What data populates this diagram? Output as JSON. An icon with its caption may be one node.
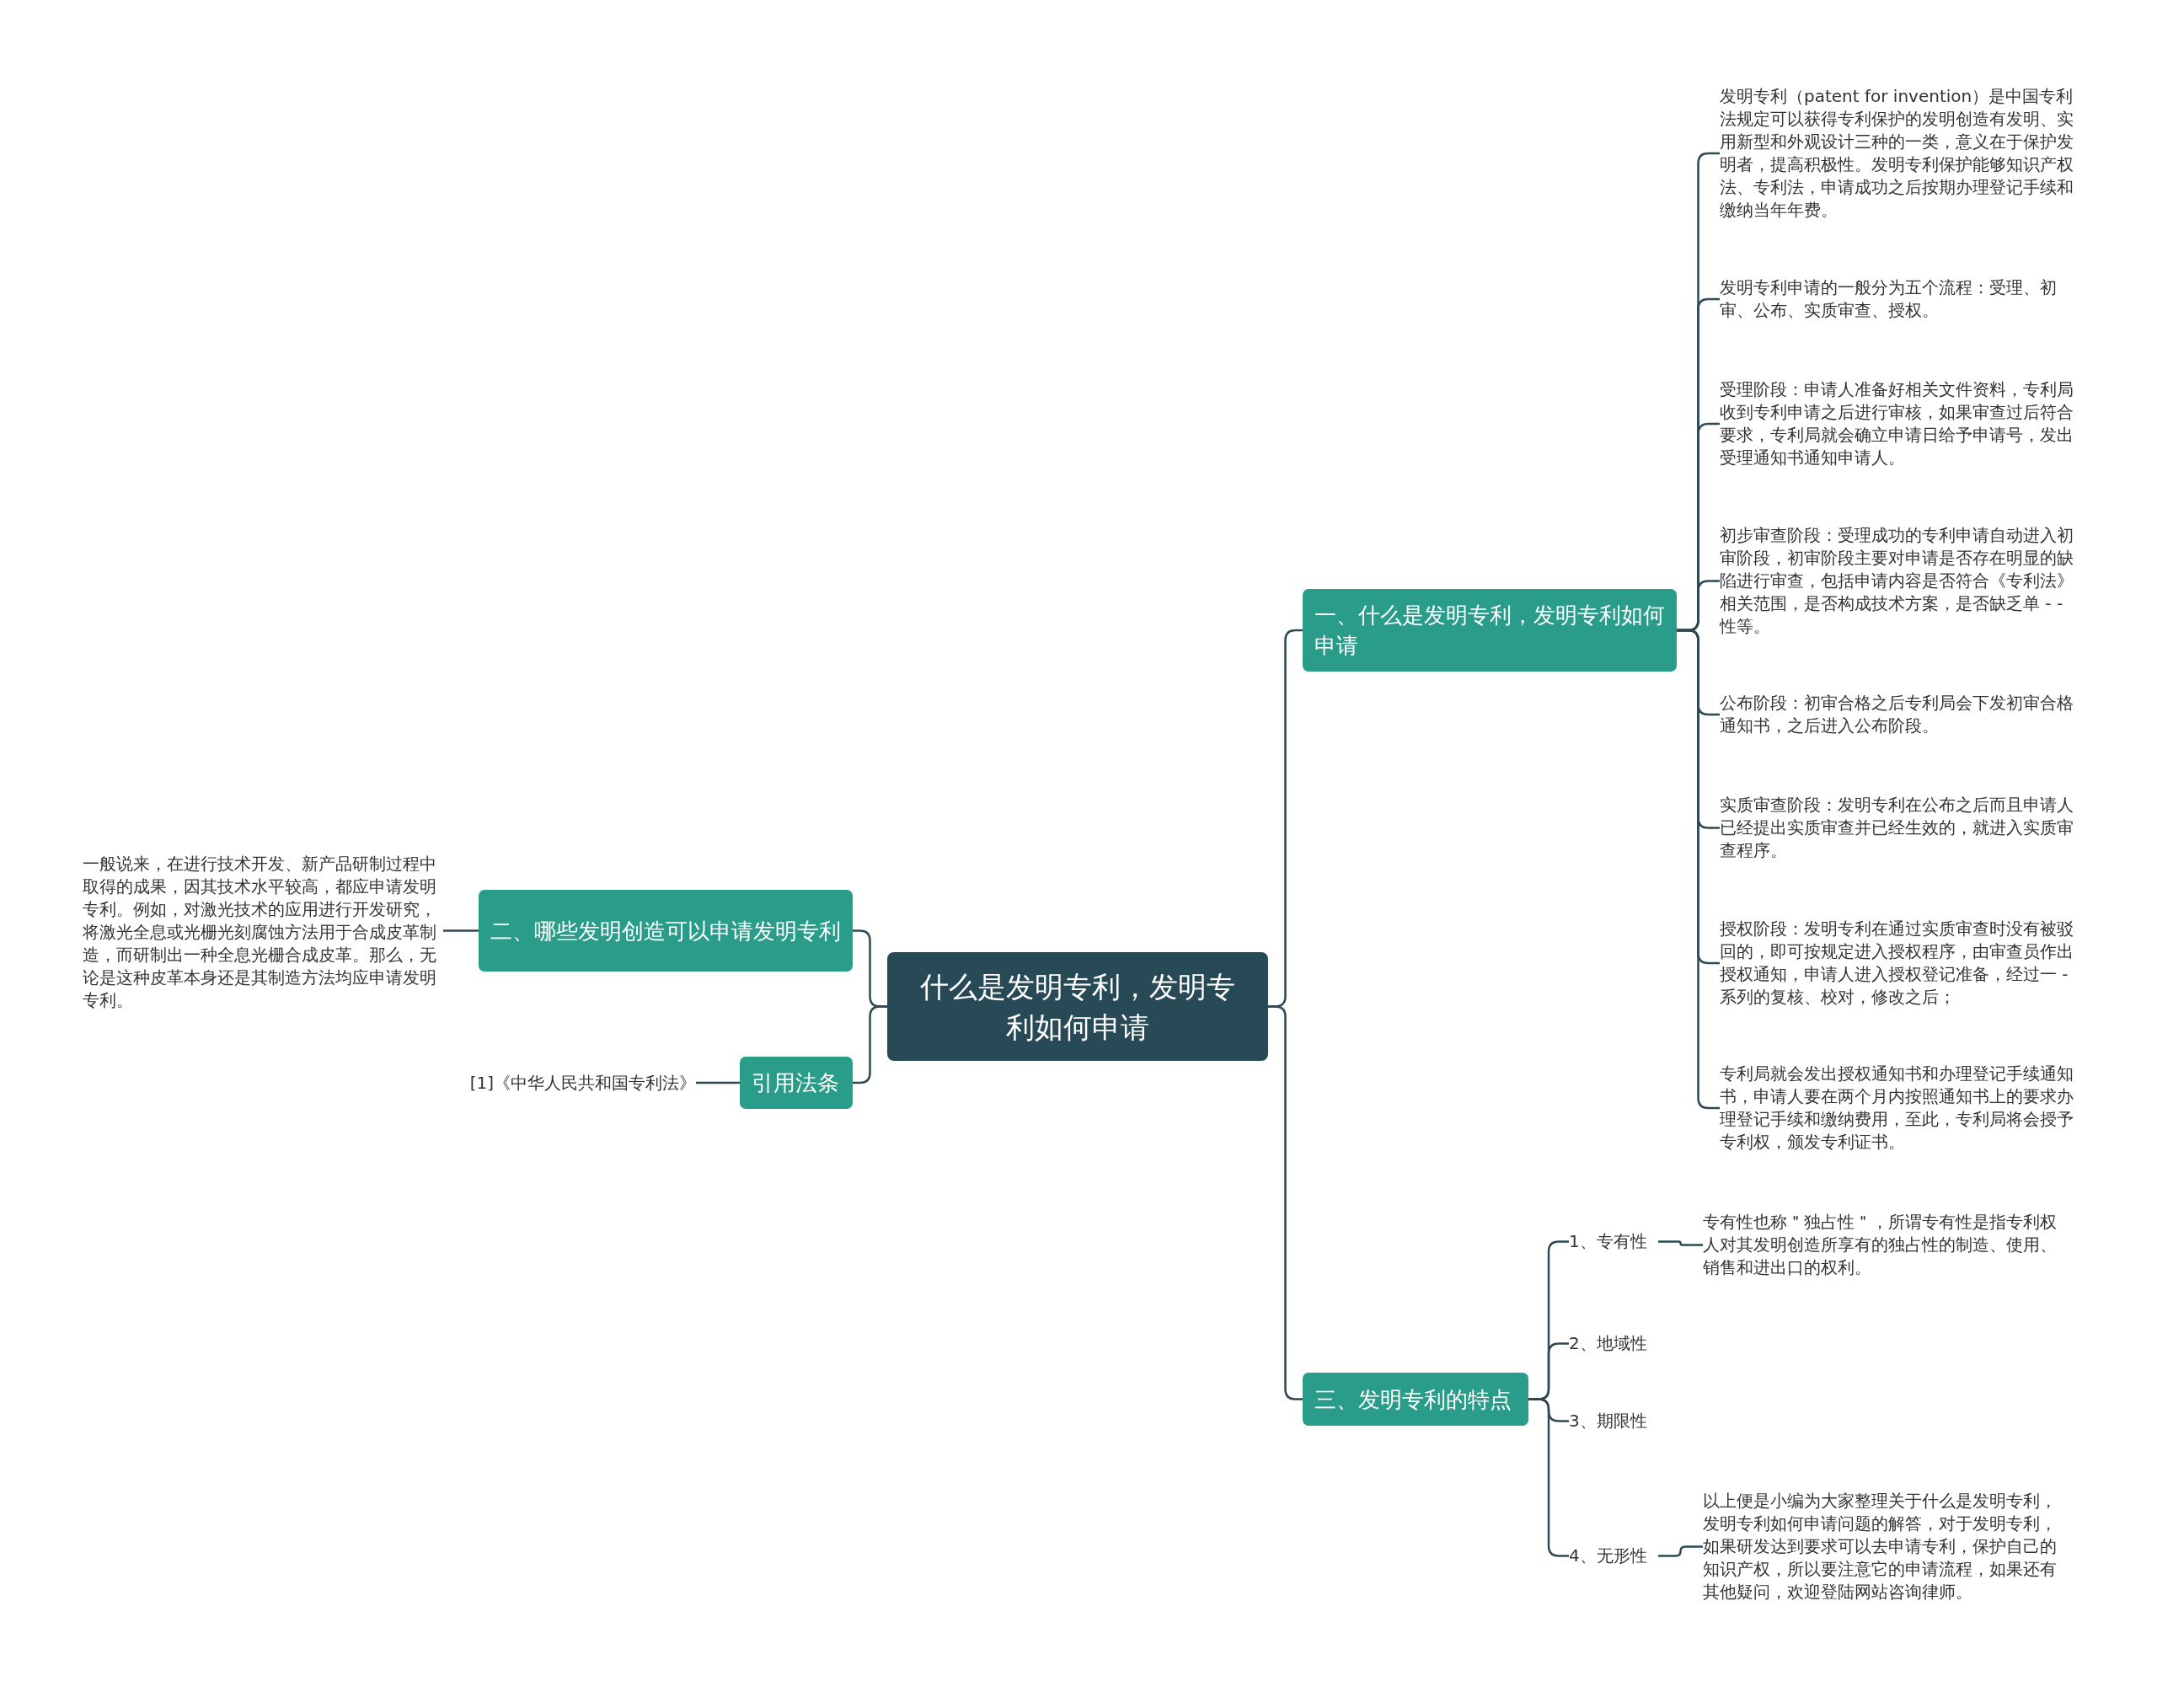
{
  "diagram": {
    "nodes": [
      {
        "text": [
          "什么是发明专利，发明专利如何申请"
        ]
      },
      {
        "text": [
          "一、什么是发明专利，发明专利如何申请"
        ]
      },
      {
        "text": [
          "发明专利（patent for invention）是中国专利法规定可以获得专利保护的发明创造有发明、实用新型和外观设计三种的一类，意义在于保护发明者，提高积极性。发明专利保护能够知识产权法、专利法，申请成功之后按期办理登记手续和缴纳当年年费。"
        ]
      },
      {
        "text": [
          "发明专利申请的一般分为五个流程：受理、初审、公布、实质审查、授权。"
        ]
      },
      {
        "text": [
          "受理阶段：申请人准备好相关文件资料，专利局收到专利申请之后进行审核，如果审查过后符合要求，专利局就会确立申请日给予申请号，发出受理通知书通知申请人。"
        ]
      },
      {
        "text": [
          "初步审查阶段：受理成功的专利申请自动进入初审阶段，初审阶段主要对申请是否存在明显的缺陷进行审查，包括申请内容是否符合《专利法》相关范围，是否构成技术方案，是否缺乏单 - - 性等。"
        ]
      },
      {
        "text": [
          "公布阶段：初审合格之后专利局会下发初审合格通知书，之后进入公布阶段。"
        ]
      },
      {
        "text": [
          "实质审查阶段：发明专利在公布之后而且申请人已经提出实质审查并已经生效的，就进入实质审查程序。"
        ]
      },
      {
        "text": [
          "授权阶段：发明专利在通过实质审查时没有被驳回的，即可按规定进入授权程序，由审查员作出授权通知，申请人进入授权登记准备，经过一 - 系列的复核、校对，修改之后；"
        ]
      },
      {
        "text": [
          "专利局就会发出授权通知书和办理登记手续通知书，申请人要在两个月内按照通知书上的要求办理登记手续和缴纳费用，至此，专利局将会授予专利权，颁发专利证书。"
        ]
      },
      {
        "text": [
          "二、哪些发明创造可以申请发明专利"
        ]
      },
      {
        "text": [
          "一般说来，在进行技术开发、新产品研制过程中取得的成果，因其技术水平较高，都应申请发明专利。例如，对激光技术的应用进行开发研究，将激光全息或光栅光刻腐蚀方法用于合成皮革制造，而研制出一种全息光栅合成皮革。那么，无论是这种皮革本身还是其制造方法均应申请发明专利。"
        ]
      },
      {
        "text": [
          "引用法条"
        ]
      },
      {
        "text": [
          "[1]《中华人民共和国专利法》"
        ]
      },
      {
        "text": [
          "三、发明专利的特点"
        ]
      },
      {
        "text": [
          "1、专有性"
        ]
      },
      {
        "text": [
          "专有性也称＂独占性＂，所谓专有性是指专利权人对其发明创造所享有的独占性的制造、使用、销售和进出口的权利。"
        ]
      },
      {
        "text": [
          "2、地域性"
        ]
      },
      {
        "text": [
          "3、期限性"
        ]
      },
      {
        "text": [
          "4、无形性"
        ]
      },
      {
        "text": [
          "以上便是小编为大家整理关于什么是发明专利，发明专利如何申请问题的解答，对于发明专利，如果研发达到要求可以去申请专利，保护自己的知识产权，所以要注意它的申请流程，如果还有其他疑问，欢迎登陆网站咨询律师。"
        ]
      }
    ],
    "edges": [
      {
        "from": 0,
        "to": 1,
        "arrow": "none"
      },
      {
        "from": 1,
        "to": 2,
        "arrow": "none"
      },
      {
        "from": 1,
        "to": 3,
        "arrow": "none"
      },
      {
        "from": 1,
        "to": 4,
        "arrow": "none"
      },
      {
        "from": 1,
        "to": 5,
        "arrow": "none"
      },
      {
        "from": 1,
        "to": 6,
        "arrow": "none"
      },
      {
        "from": 1,
        "to": 7,
        "arrow": "none"
      },
      {
        "from": 1,
        "to": 8,
        "arrow": "none"
      },
      {
        "from": 1,
        "to": 9,
        "arrow": "none"
      },
      {
        "from": 0,
        "to": 10,
        "arrow": "none"
      },
      {
        "from": 10,
        "to": 11,
        "arrow": "none"
      },
      {
        "from": 0,
        "to": 12,
        "arrow": "none"
      },
      {
        "from": 12,
        "to": 13,
        "arrow": "none"
      },
      {
        "from": 0,
        "to": 14,
        "arrow": "none"
      },
      {
        "from": 14,
        "to": 15,
        "arrow": "none"
      },
      {
        "from": 15,
        "to": 16,
        "arrow": "none"
      },
      {
        "from": 14,
        "to": 17,
        "arrow": "none"
      },
      {
        "from": 14,
        "to": 18,
        "arrow": "none"
      },
      {
        "from": 14,
        "to": 19,
        "arrow": "none"
      },
      {
        "from": 19,
        "to": 20,
        "arrow": "none"
      }
    ]
  }
}
